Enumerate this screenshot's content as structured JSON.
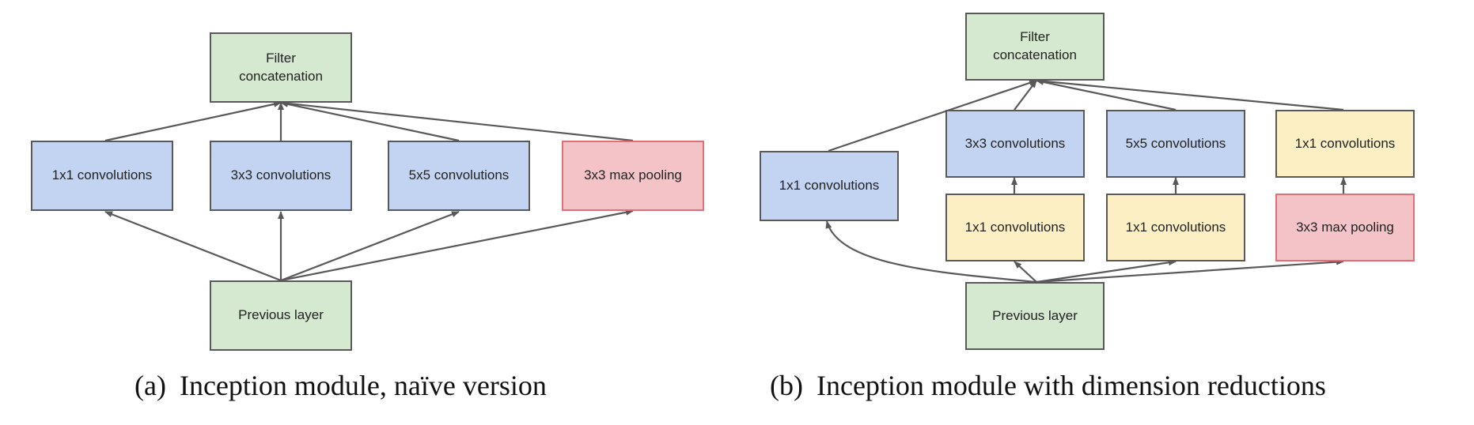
{
  "diagram_a": {
    "caption_prefix": "(a)",
    "caption": "Inception module, naïve version",
    "filter_concat_line1": "Filter",
    "filter_concat_line2": "concatenation",
    "conv1x1": "1x1 convolutions",
    "conv3x3": "3x3 convolutions",
    "conv5x5": "5x5 convolutions",
    "maxpool": "3x3 max pooling",
    "previous_layer": "Previous layer"
  },
  "diagram_b": {
    "caption_prefix": "(b)",
    "caption": "Inception module with dimension reductions",
    "filter_concat_line1": "Filter",
    "filter_concat_line2": "concatenation",
    "conv1x1_direct": "1x1 convolutions",
    "conv3x3": "3x3 convolutions",
    "conv5x5": "5x5 convolutions",
    "conv1x1_after_pool": "1x1 convolutions",
    "reduce_1x1_for_3x3": "1x1 convolutions",
    "reduce_1x1_for_5x5": "1x1 convolutions",
    "maxpool": "3x3 max pooling",
    "previous_layer": "Previous layer"
  },
  "colors": {
    "green": "#d5e8d0",
    "blue": "#c3d4f2",
    "yellow": "#fcefc4",
    "red": "#f3c3c8",
    "red_border": "#e07076",
    "edge": "#595959"
  }
}
